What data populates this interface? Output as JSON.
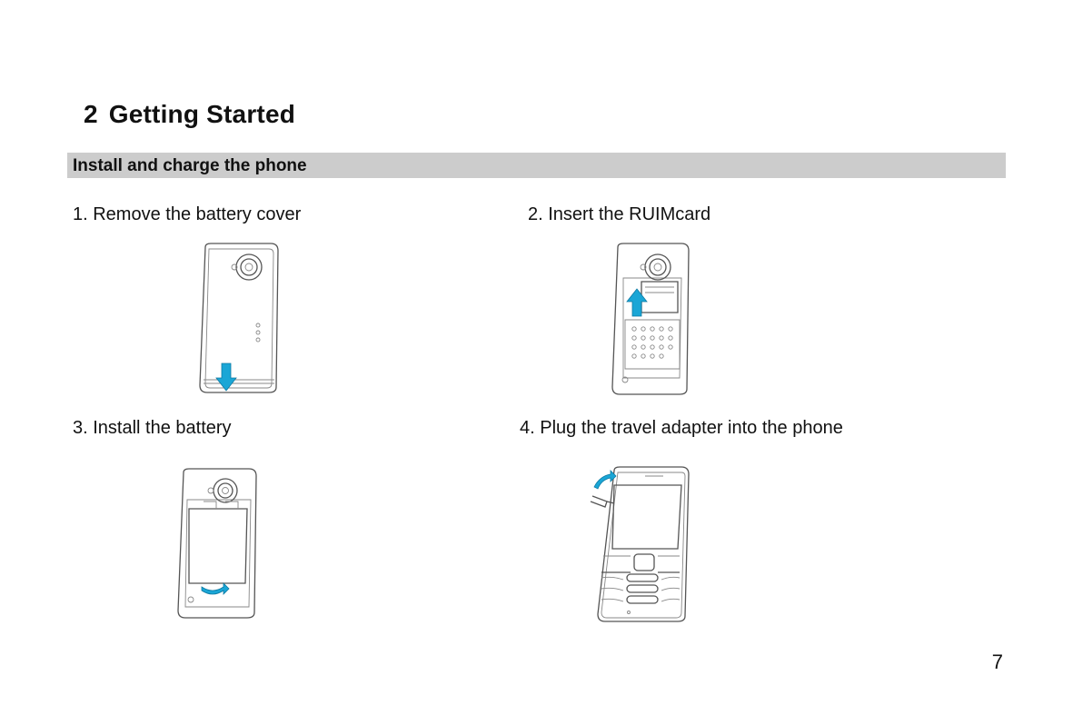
{
  "chapter": {
    "number": "2",
    "title": "Getting Started"
  },
  "section": {
    "title": "Install and charge the phone"
  },
  "steps": [
    {
      "label": "1. Remove the battery cover"
    },
    {
      "label": "2. Insert the RUIMcard"
    },
    {
      "label": "3. Install the battery"
    },
    {
      "label": "4. Plug the travel adapter into the phone"
    }
  ],
  "page_number": "7",
  "colors": {
    "section_bar": "#cccccc",
    "arrow": "#1aa6d6"
  }
}
